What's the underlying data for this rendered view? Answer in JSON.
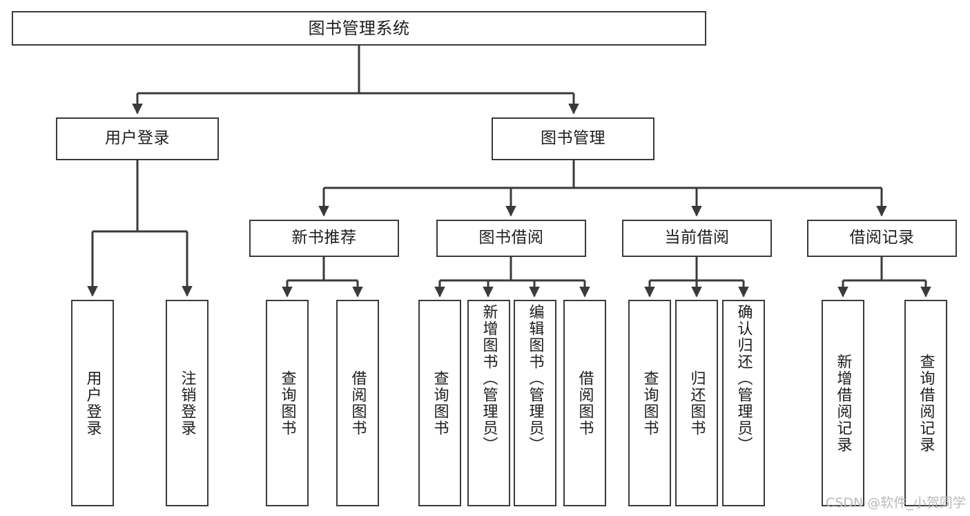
{
  "diagram": {
    "title": "图书管理系统",
    "type": "tree-hierarchy",
    "root": {
      "label": "图书管理系统"
    },
    "level2": [
      {
        "label": "用户登录"
      },
      {
        "label": "图书管理"
      }
    ],
    "level3": [
      {
        "label": "新书推荐"
      },
      {
        "label": "图书借阅"
      },
      {
        "label": "当前借阅"
      },
      {
        "label": "借阅记录"
      }
    ],
    "leaves": {
      "user_login": [
        {
          "label": "用户登录"
        },
        {
          "label": "注销登录"
        }
      ],
      "new_book_recommend": [
        {
          "label": "查询图书"
        },
        {
          "label": "借阅图书"
        }
      ],
      "book_borrow": [
        {
          "label": "查询图书"
        },
        {
          "label": "新增图书（管理员）"
        },
        {
          "label": "编辑图书（管理员）"
        },
        {
          "label": "借阅图书"
        }
      ],
      "current_borrow": [
        {
          "label": "查询图书"
        },
        {
          "label": "归还图书"
        },
        {
          "label": "确认归还（管理员）"
        }
      ],
      "borrow_record": [
        {
          "label": "新增借阅记录"
        },
        {
          "label": "查询借阅记录"
        }
      ]
    }
  },
  "watermark": {
    "text": "CSDN @软件_小贺同学"
  },
  "colors": {
    "stroke": "#3a3a3a",
    "background": "#ffffff",
    "text": "#1d1d1d",
    "watermark": "#b9b9b9"
  }
}
